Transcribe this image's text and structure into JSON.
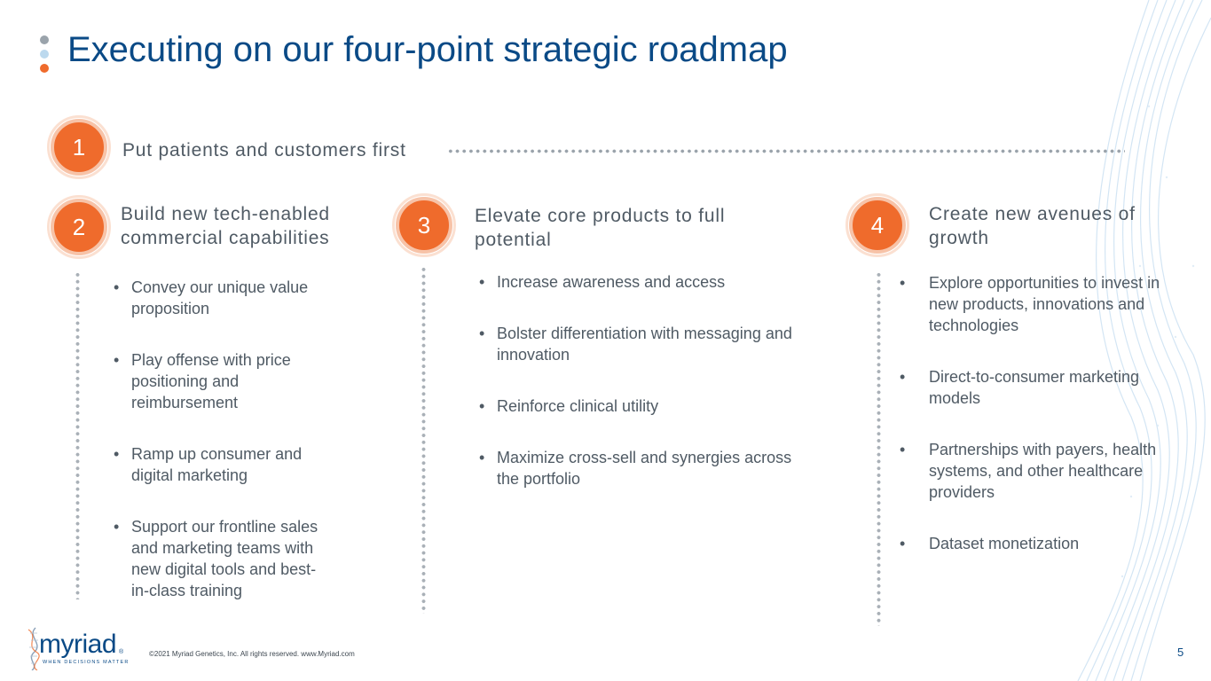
{
  "slide": {
    "title": "Executing on our four-point strategic roadmap",
    "page_number": "5",
    "footer": "©2021 Myriad Genetics, Inc. All rights reserved.  www.Myriad.com"
  },
  "colors": {
    "title": "#0a4a86",
    "accent_orange": "#ef6b2c",
    "dot_gray": "#9aa3ab",
    "dot_lightblue": "#bcd9ee",
    "body_text": "#4f5a64"
  },
  "logo": {
    "wordmark": "myriad",
    "registered": "®",
    "tagline": "WHEN DECISIONS MATTER"
  },
  "pillars": [
    {
      "number": "1",
      "heading": "Put patients and customers first",
      "bullets": []
    },
    {
      "number": "2",
      "heading": "Build new tech-enabled commercial capabilities",
      "bullets": [
        "Convey our unique value proposition",
        "Play offense with price positioning and reimbursement",
        "Ramp up consumer and digital marketing",
        "Support our frontline sales and marketing teams with new digital tools and best-in-class training"
      ]
    },
    {
      "number": "3",
      "heading": "Elevate core products to full potential",
      "bullets": [
        "Increase awareness and access",
        "Bolster differentiation with messaging and innovation",
        "Reinforce clinical utility",
        "Maximize cross-sell and synergies across the portfolio"
      ]
    },
    {
      "number": "4",
      "heading": "Create new avenues of growth",
      "bullets": [
        "Explore opportunities to invest in new products, innovations and technologies",
        "Direct-to-consumer marketing models",
        "Partnerships with payers, health systems, and other healthcare providers",
        "Dataset monetization"
      ]
    }
  ]
}
